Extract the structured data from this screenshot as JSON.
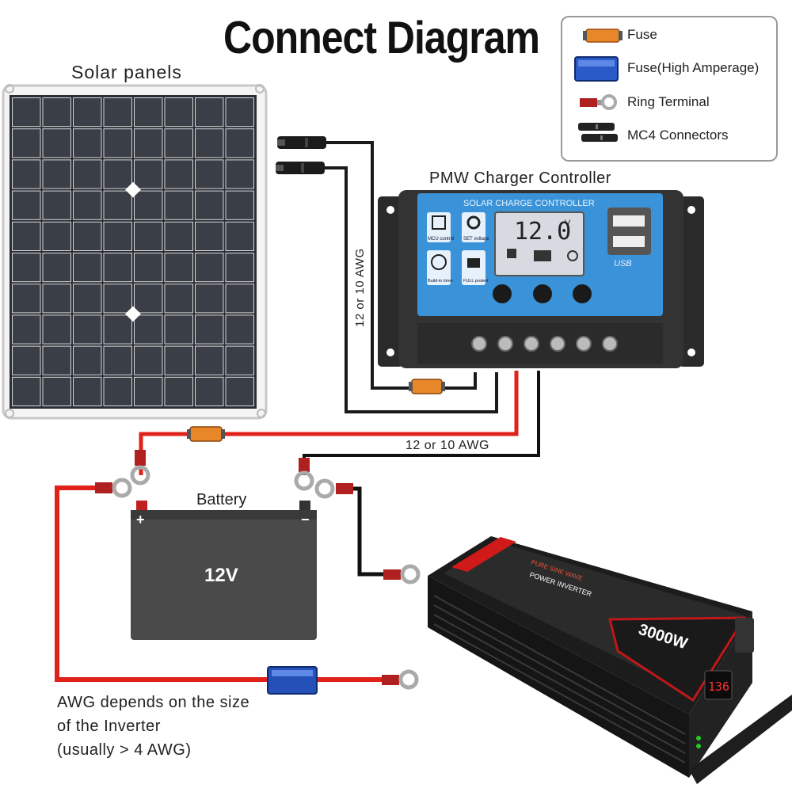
{
  "title": "Connect Diagram",
  "labels": {
    "solar_panels": "Solar panels",
    "controller": "PMW Charger Controller",
    "battery": "Battery",
    "battery_voltage": "12V",
    "awg_top": "12 or 10 AWG",
    "awg_vertical": "12 or 10 AWG",
    "awg_note_line1": "AWG depends on the size",
    "awg_note_line2": "of the Inverter",
    "awg_note_line3": "(usually  > 4 AWG)"
  },
  "legend": {
    "items": [
      {
        "label": "Fuse",
        "icon": "fuse-icon"
      },
      {
        "label": "Fuse(High Amperage)",
        "icon": "high-amperage-fuse-icon"
      },
      {
        "label": "Ring Terminal",
        "icon": "ring-terminal-icon"
      },
      {
        "label": "MC4 Connectors",
        "icon": "mc4-connector-icon"
      }
    ]
  },
  "controller": {
    "header": "SOLAR CHARGE CONTROLLER",
    "display": "12.0",
    "display_unit": "V",
    "mcu": "MCU control",
    "set": "SET voltage",
    "buildin": "Build-in timer",
    "full": "FULL protect",
    "usb": "USB"
  },
  "inverter": {
    "rating": "3000W",
    "line1": "PURE SINE WAVE",
    "line2": "POWER INVERTER",
    "display": "136"
  },
  "colors": {
    "wire_red": "#e0221b",
    "wire_black": "#111111",
    "controller_blue": "#3a93d8",
    "fuse_orange": "#e8872a",
    "fuse_blue": "#2450b8"
  }
}
